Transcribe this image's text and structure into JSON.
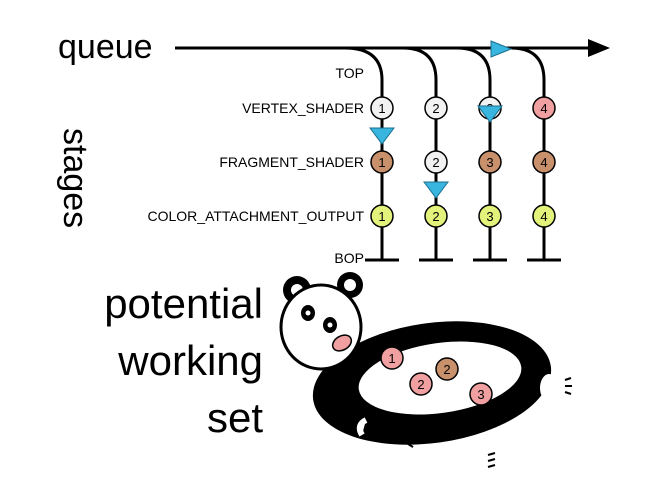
{
  "queue_label": "queue",
  "stages_label": "stages",
  "working_set_lines": [
    "potential",
    "working",
    "set"
  ],
  "stage_labels": {
    "top": "TOP",
    "vertex": "VERTEX_SHADER",
    "fragment": "FRAGMENT_SHADER",
    "color": "COLOR_ATTACHMENT_OUTPUT",
    "bop": "BOP"
  },
  "colors": {
    "white": "#f2f2f2",
    "fragment": "#c8906b",
    "color": "#e3f27a",
    "pink": "#f0a0a0",
    "arrow": "#38b6e0"
  },
  "lanes": [
    {
      "vertex": "1",
      "fragment": "1",
      "color": "1",
      "vertex_color": "white",
      "fragment_color": "fragment",
      "color_color": "color"
    },
    {
      "vertex": "2",
      "fragment": "2",
      "color": "2",
      "vertex_color": "white",
      "fragment_color": "white",
      "color_color": "color"
    },
    {
      "vertex": "3",
      "fragment": "3",
      "color": "3",
      "vertex_color": "white",
      "fragment_color": "fragment",
      "color_color": "color"
    },
    {
      "vertex": "4",
      "fragment": "4",
      "color": "4",
      "vertex_color": "pink",
      "fragment_color": "fragment",
      "color_color": "color"
    }
  ],
  "working_set_items": [
    {
      "label": "1",
      "color": "pink"
    },
    {
      "label": "2",
      "color": "fragment"
    },
    {
      "label": "2",
      "color": "pink"
    },
    {
      "label": "3",
      "color": "pink"
    }
  ]
}
